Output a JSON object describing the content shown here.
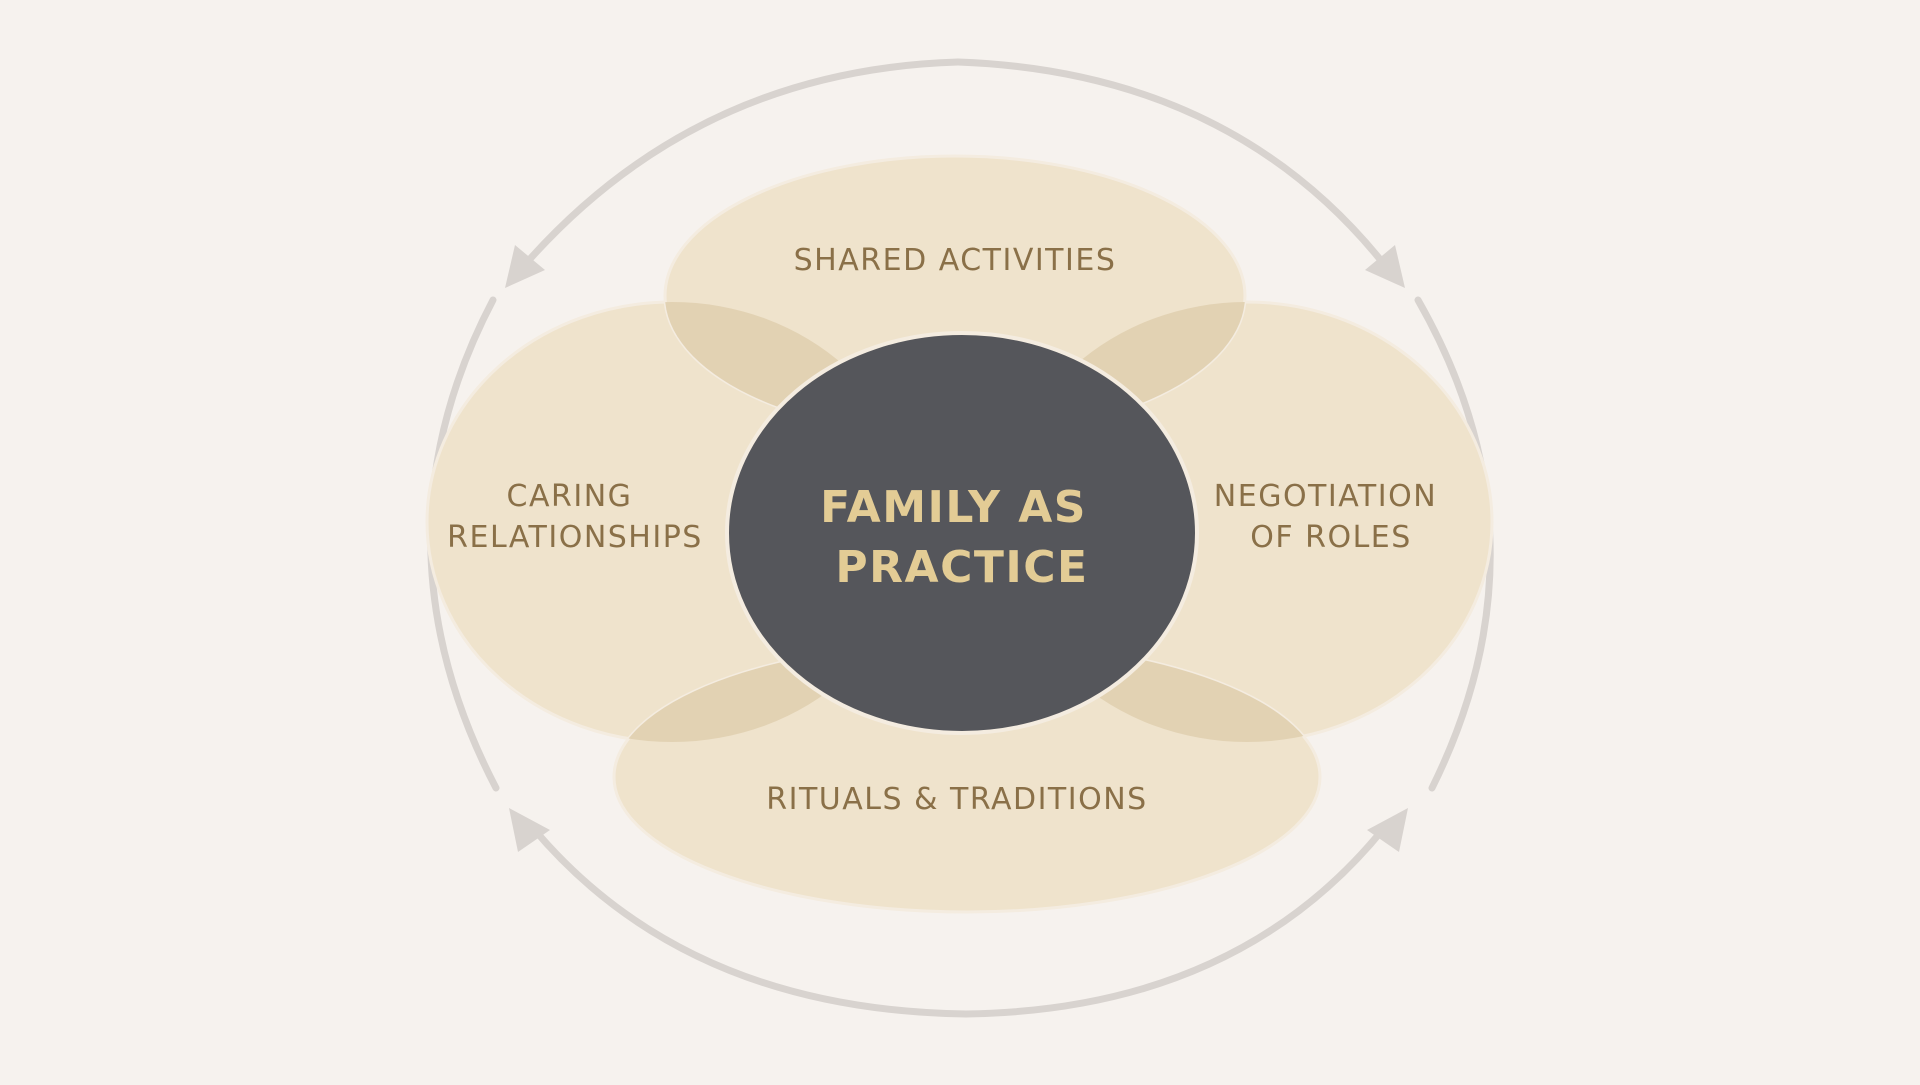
{
  "diagram": {
    "center": {
      "lines": [
        "FAMILY AS",
        "PRACTICE"
      ]
    },
    "petals": {
      "top": {
        "lines": [
          "SHARED ACTIVITIES"
        ]
      },
      "left": {
        "lines": [
          "CARING",
          "RELATIONSHIPS"
        ]
      },
      "right": {
        "lines": [
          "NEGOTIATION",
          "OF ROLES"
        ]
      },
      "bottom": {
        "lines": [
          "RITUALS & TRADITIONS"
        ]
      }
    },
    "colors": {
      "background": "#f6f2ee",
      "petal_fill": "#efe3cc",
      "petal_overlap": "#e2d2b3",
      "petal_text": "#8a7048",
      "center_fill": "#55565b",
      "center_text": "#e3cc95",
      "cycle_arrows": "#d8d3cf"
    },
    "cycle_arrows": {
      "count": 4,
      "direction": "bidirectional-loop"
    }
  }
}
